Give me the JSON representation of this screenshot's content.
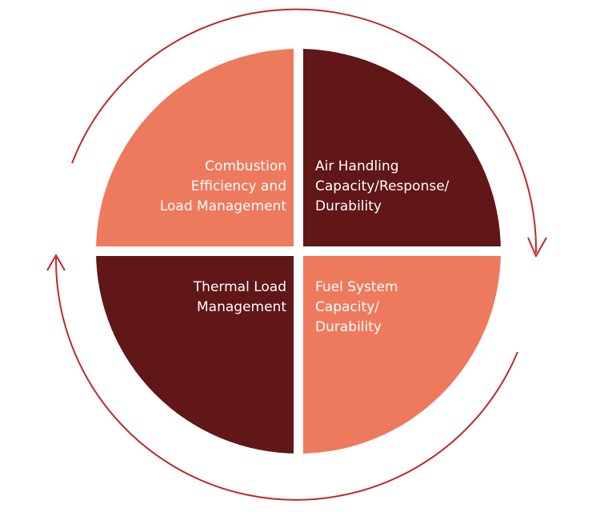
{
  "colors": {
    "light_quadrant": "#ee7a5e",
    "dark_quadrant": "#611617",
    "arrow": "#c1272d",
    "background": "#ffffff"
  },
  "quadrants": {
    "top_left": {
      "label": "Combustion\nEfficiency and\nLoad Management"
    },
    "top_right": {
      "label": "Air Handling\nCapacity/Response/\nDurability"
    },
    "bottom_left": {
      "label": "Thermal Load\nManagement"
    },
    "bottom_right": {
      "label": "Fuel System\nCapacity/\nDurability"
    }
  },
  "cycle": {
    "direction": "clockwise",
    "arrow_count": 2
  }
}
